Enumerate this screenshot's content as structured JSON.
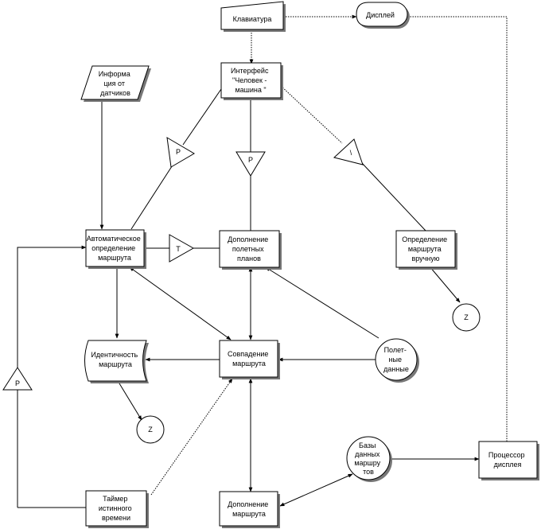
{
  "nodes": {
    "keyboard": "Клавиатура",
    "display": "Дисплей",
    "hmi": [
      "Интерфейс",
      "\"Человек -",
      "машина \""
    ],
    "sensor_info": [
      "Информа",
      "ция от",
      "датчиков"
    ],
    "auto_route": [
      "Автоматическое",
      "определение",
      "маршрута"
    ],
    "flight_plans": [
      "Дополнение",
      "полетных",
      "планов"
    ],
    "manual_route": [
      "Определение",
      "маршрута",
      "вручную"
    ],
    "route_identity": [
      "Идентичность",
      "маршрута"
    ],
    "route_match": [
      "Совпадение",
      "маршрута"
    ],
    "flight_data": [
      "Полет-",
      "ные",
      "данные"
    ],
    "route_db": [
      "Базы",
      "данных",
      "маршру",
      "тов"
    ],
    "display_processor": [
      "Процессор",
      "дисплея"
    ],
    "timer": [
      "Таймер",
      "истинного",
      "времени"
    ],
    "route_add": [
      "Дополнение",
      "маршрута"
    ]
  },
  "connectors": {
    "p_hmi_auto": "P",
    "p_hmi_plans": "P",
    "manual_marker": "\\",
    "t_auto_plans": "T",
    "p_timer": "P",
    "z_manual": "Z",
    "z_identity": "Z"
  }
}
